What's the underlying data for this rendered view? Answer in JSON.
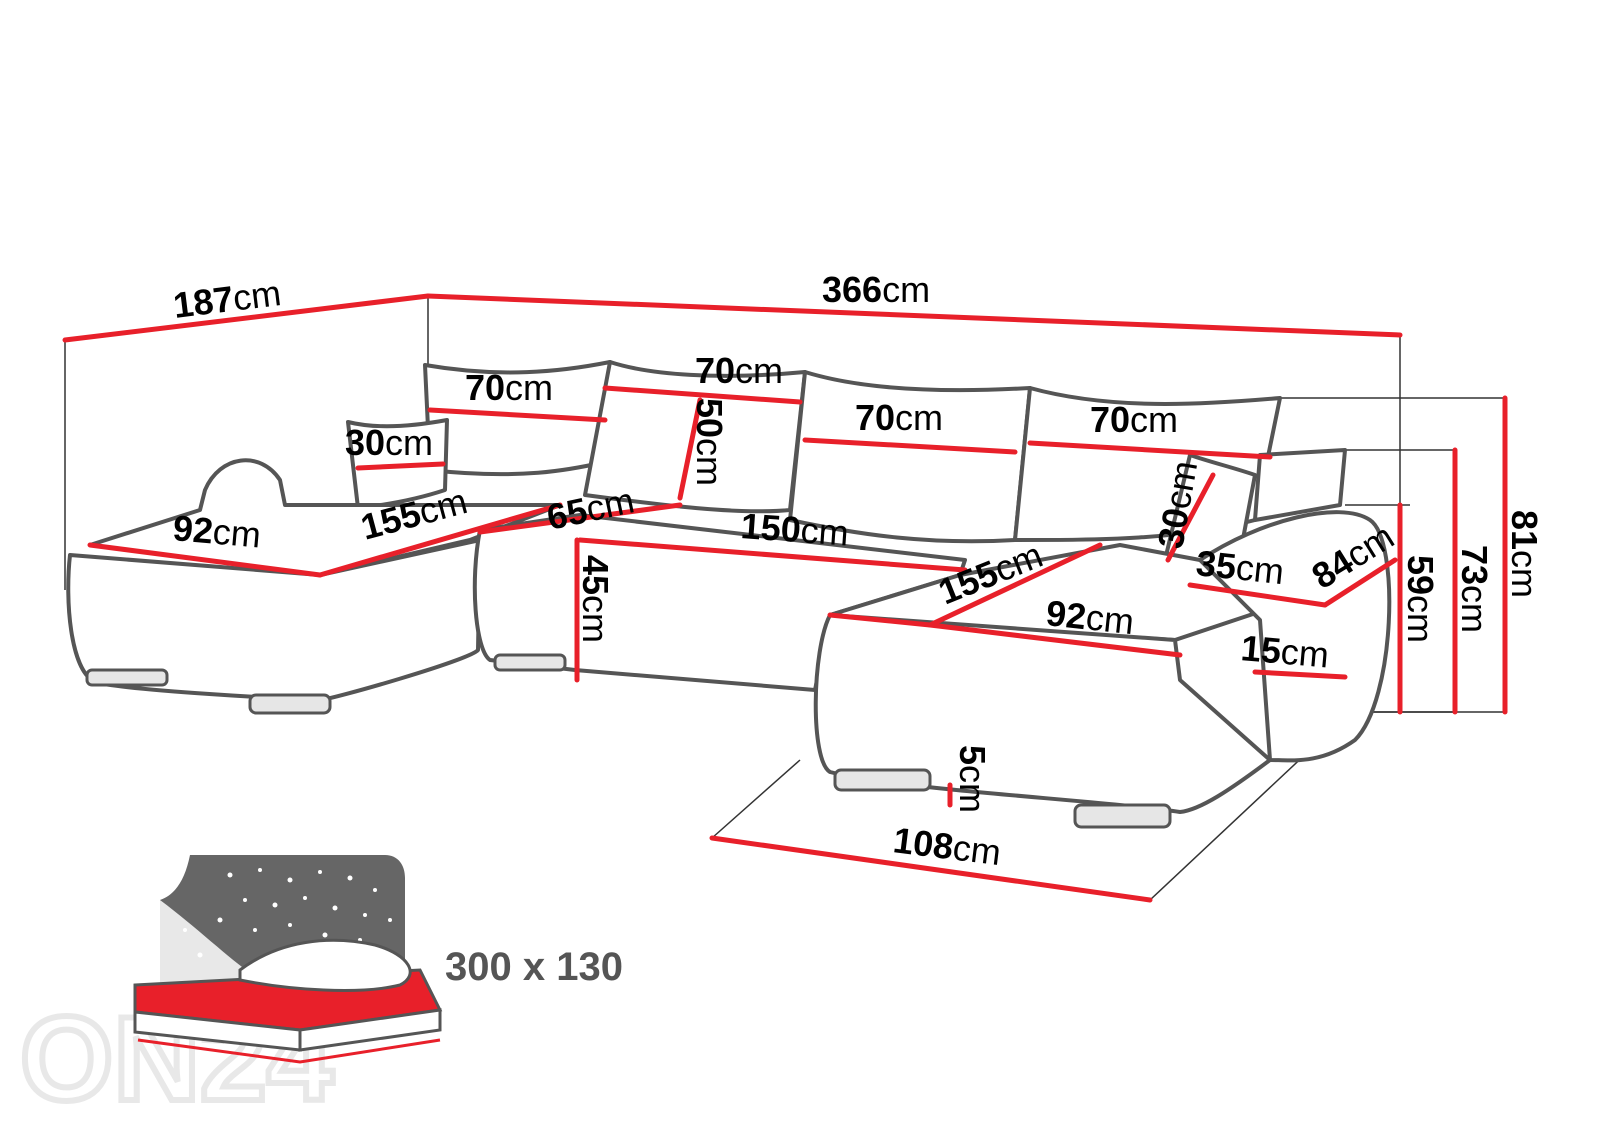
{
  "unit": "cm",
  "dimensions": {
    "depth_left": "187",
    "total_width": "366",
    "cushion_1": "70",
    "cushion_2": "70",
    "cushion_3": "70",
    "cushion_4": "70",
    "cushion_height": "50",
    "small_pillow_left": "30",
    "small_pillow_right": "30",
    "chaise_left_width": "92",
    "chaise_left_length": "155",
    "seat_depth": "65",
    "middle_seat_width": "150",
    "seat_height": "45",
    "chaise_right_length": "155",
    "chaise_right_width": "92",
    "armrest_width": "35",
    "armrest_depth": "84",
    "armrest_height": "15",
    "leg_height": "5",
    "chaise_right_footprint": "108",
    "height_armrest": "59",
    "height_back": "73",
    "height_total": "81"
  },
  "bed": {
    "size": "300 x 130"
  },
  "logo": "ON24",
  "colors": {
    "dimension_line": "#e8202a",
    "outline": "#555555",
    "bed_surface": "#e8202a"
  }
}
